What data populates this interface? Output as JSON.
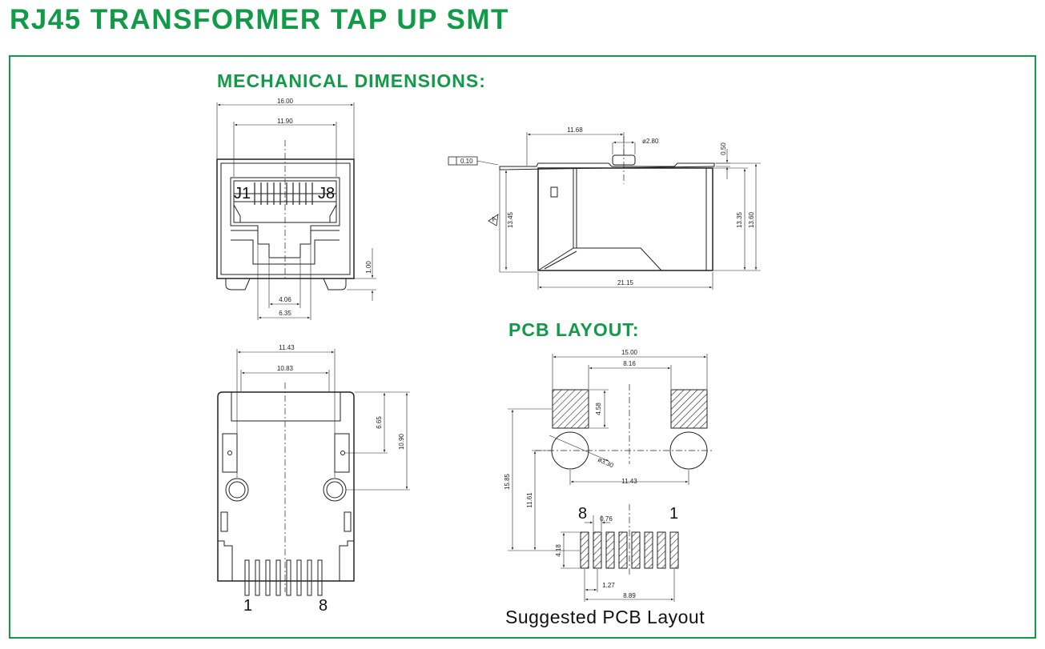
{
  "title": "RJ45 TRANSFORMER TAP UP SMT",
  "sections": {
    "mechanical": "MECHANICAL DIMENSIONS:",
    "pcb": "PCB LAYOUT:"
  },
  "front_view": {
    "dims": {
      "width_outer": "16.00",
      "width_inner": "11.90",
      "mouth_inner": "4.06",
      "mouth_outer": "6.35",
      "peg_height": "1.00"
    },
    "pin_labels": {
      "first": "J1",
      "last": "J8"
    }
  },
  "side_view": {
    "dims": {
      "top_length": "11.68",
      "peg_dia": "ø2.80",
      "tab": "0.50",
      "flatness": "0.10",
      "height_left": "13.45",
      "height_right_inner": "13.35",
      "height_right_outer": "13.60",
      "depth": "21.15"
    },
    "datum": "A"
  },
  "bottom_view": {
    "dims": {
      "width_outer": "11.43",
      "width_inner": "10.83",
      "offset": "6.65",
      "depth": "10.90"
    },
    "pin_labels": {
      "first": "1",
      "last": "8"
    }
  },
  "pcb_layout": {
    "dims": {
      "pad_span": "15.00",
      "pad_gap": "8.16",
      "pad_height": "4.58",
      "hole_dia": "ø3.30",
      "hole_span": "11.43",
      "total_height": "15.85",
      "pin_offset": "11.61",
      "pin_width": "0.76",
      "pin_length": "4.18",
      "pitch": "1.27",
      "pin_span": "8.89"
    },
    "pin_labels": {
      "first": "8",
      "last": "1"
    },
    "caption": "Suggested PCB Layout"
  }
}
